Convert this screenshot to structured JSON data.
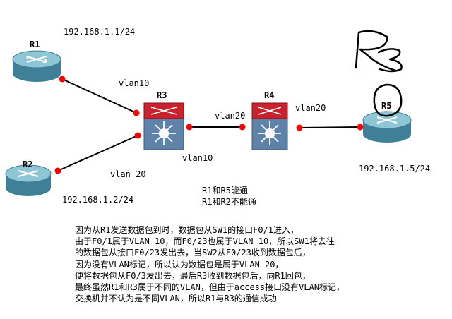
{
  "devices": {
    "r1": {
      "name": "R1",
      "ip": "192.168.1.1/24"
    },
    "r2": {
      "name": "R2",
      "ip": "192.168.1.2/24"
    },
    "r3": {
      "name": "R3"
    },
    "r4": {
      "name": "R4"
    },
    "r5": {
      "name": "R5",
      "ip": "192.168.1.5/24"
    }
  },
  "links": {
    "r1_r3_vlan": "vlan10",
    "r2_r3_vlan": "vlan 20",
    "r3_r4_vlan_r3side": "vlan10",
    "r3_r4_vlan_r4side": "vlan20",
    "r4_r5_vlan": "vlan20"
  },
  "handwriting": "R3",
  "results": [
    "R1和R5能通",
    "R1和R2不能通"
  ],
  "explanation": [
    "因为从R1发送数据包到时，数据包从SW1的接口F0/1进入，",
    "由于F0/1属于VLAN 10，而F0/23也属于VLAN 10，所以SW1将去往",
    "的数据包从接口F0/23发出去，当SW2从F0/23收到数据包后，",
    "因为没有VLAN标记，所以认为数据包是属于VLAN 20，",
    "便将数据包从F0/3发出去，最后R3收到数据包后，向R1回包，",
    "最终虽然R1和R3属于不同的VLAN，但由于access接口没有VLAN标记，",
    "交换机并不认为是不同VLAN，所以R1与R3的通信成功"
  ],
  "colors": {
    "router_body": "#4b8ea6",
    "router_top": "#8fc6d6",
    "switch_red": "#c8222e",
    "switch_body": "#5e82a8",
    "port_dot": "#ff0000"
  }
}
